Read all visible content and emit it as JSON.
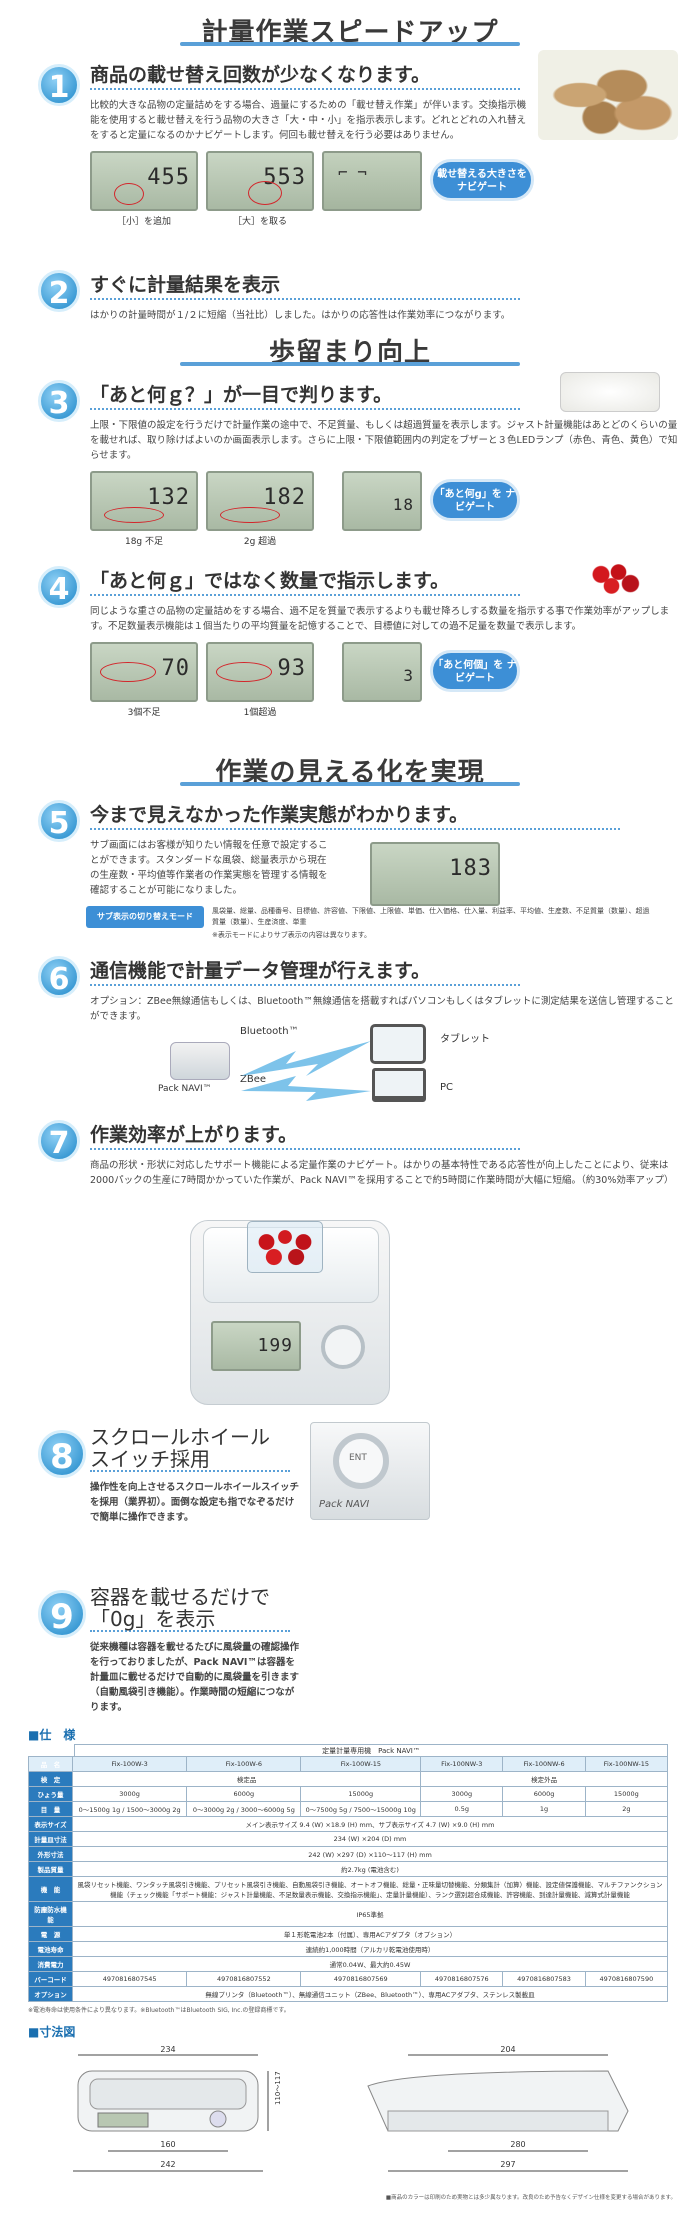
{
  "sections": {
    "speed": "計量作業スピードアップ",
    "walk": "歩留まり向上",
    "visual": "作業の見える化を実現"
  },
  "features": [
    {
      "num": "1",
      "head": "商品の載せ替え回数が少なくなります。",
      "body": "比較的大きな品物の定量詰めをする場合、過量にするための「載せ替え作業」が伴います。交換指示機能を使用すると載せ替えを行う品物の大きさ「大・中・小」を指示表示します。どれとどれの入れ替えをすると定量になるのかナビゲートします。何回も載せ替えを行う必要はありません。",
      "lcd1": "455",
      "lcd2": "553",
      "cap1": "［小］を追加",
      "cap2": "［大］を取る",
      "navi": "載せ替える大きさを ナビゲート"
    },
    {
      "num": "2",
      "head": "すぐに計量結果を表示",
      "body": "はかりの計量時間が１/２に短縮（当社比）しました。はかりの応答性は作業効率につながります。"
    },
    {
      "num": "3",
      "head": "「あと何ｇ？」が一目で判ります。",
      "body": "上限・下限値の設定を行うだけで計量作業の途中で、不足質量、もしくは超過質量を表示します。ジャスト計量機能はあとどのくらいの量を載せれば、取り除けばよいのか画面表示します。さらに上限・下限値範囲内の判定をブザーと３色LEDランプ（赤色、青色、黄色）で知らせます。",
      "lcd1": "132",
      "lcd2": "182",
      "lcd3": "18",
      "cap1": "18g 不足",
      "cap2": "2g 超過",
      "navi": "「あと何g」を ナビゲート"
    },
    {
      "num": "4",
      "head": "「あと何ｇ」ではなく数量で指示します。",
      "body": "同じような重さの品物の定量詰めをする場合、過不足を質量で表示するよりも載せ降ろしする数量を指示する事で作業効率がアップします。不足数量表示機能は１個当たりの平均質量を記憶することで、目標値に対しての過不足量を数量で表示します。",
      "lcd1": "70",
      "lcd2": "93",
      "lcd3": "3",
      "cap1": "3個不足",
      "cap2": "1個超過",
      "navi": "「あと何個」を ナビゲート"
    },
    {
      "num": "5",
      "head": "今まで見えなかった作業実態がわかります。",
      "body": "サブ画面にはお客様が知りたい情報を任意で設定することができます。スタンダードな風袋、総量表示から現在の生産数・平均値等作業者の作業実態を管理する情報を確認することが可能になりました。",
      "tag": "サブ表示の切り替えモード",
      "list": "風袋量、総量、品種番号、目標値、許容値、下限値、上限値、単価、仕入価格、仕入量、利益率、平均値、生産数、不足質量（数量）、超過質量（数量）、生産済度、単重",
      "note": "※表示モードによりサブ表示の内容は異なります。",
      "lcd1": "183"
    },
    {
      "num": "6",
      "head": "通信機能で計量データ管理が行えます。",
      "body": "オプション：ZBee無線通信もしくは、Bluetooth™無線通信を搭載すればパソコンもしくはタブレットに測定結果を送信し管理することができます。",
      "bt": "Bluetooth™",
      "tablet": "タブレット",
      "zbee": "ZBee",
      "pack": "Pack NAVI™",
      "pc": "PC"
    },
    {
      "num": "7",
      "head": "作業効率が上がります。",
      "body": "商品の形状・形状に対応したサポート機能による定量作業のナビゲート。はかりの基本特性である応答性が向上したことにより、従来は2000パックの生産に7時間かかっていた作業が、Pack NAVI™を採用することで約5時間に作業時間が大幅に短縮。（約30%効率アップ）",
      "lcd1": "199"
    },
    {
      "num": "8",
      "head": "スクロールホイール スイッチ採用",
      "body": "操作性を向上させるスクロールホイールスイッチを採用（業界初）。面倒な設定も指でなぞるだけで簡単に操作できます。",
      "ent": "ENT",
      "brand": "Pack NAVI"
    },
    {
      "num": "9",
      "head": "容器を載せるだけで 「0g」を表示",
      "body": "従来機種は容器を載せるたびに風袋量の確認操作を行っておりましたが、Pack NAVI™は容器を計量皿に載せるだけで自動的に風袋量を引きます（自動風袋引き機能）。作業時間の短縮につながります。"
    }
  ],
  "spec": {
    "title": "■仕　様",
    "product": "定量計量専用機　Pack NAVI™",
    "rows": [
      [
        "品　名",
        "Fix-100W-3",
        "Fix-100W-6",
        "Fix-100W-15",
        "Fix-100NW-3",
        "Fix-100NW-6",
        "Fix-100NW-15"
      ],
      [
        "検　定",
        "検定品",
        "",
        "",
        "検定外品",
        "",
        ""
      ],
      [
        "ひょう量",
        "3000g",
        "6000g",
        "15000g",
        "3000g",
        "6000g",
        "15000g"
      ],
      [
        "目　量",
        "0〜1500g 1g / 1500〜3000g 2g",
        "0〜3000g 2g / 3000〜6000g 5g",
        "0〜7500g 5g / 7500〜15000g 10g",
        "0.5g",
        "1g",
        "2g"
      ],
      [
        "表示サイズ",
        "メイン表示サイズ 9.4 (W) ×18.9 (H) mm、サブ表示サイズ 4.7 (W) ×9.0 (H) mm",
        "",
        "",
        "",
        "",
        ""
      ],
      [
        "計量皿寸法",
        "234 (W) ×204 (D) mm",
        "",
        "",
        "",
        "",
        ""
      ],
      [
        "外形寸法",
        "242 (W) ×297 (D) ×110〜117 (H) mm",
        "",
        "",
        "",
        "",
        ""
      ],
      [
        "製品質量",
        "約2.7kg (電池含む)",
        "",
        "",
        "",
        "",
        ""
      ],
      [
        "機　能",
        "風袋リセット機能、ワンタッチ風袋引き機能、プリセット風袋引き機能、自動風袋引き機能、オートオフ機能、総量・正味量切替機能、分類集計（加算）機能、設定値保護機能、マルチファンクション機能（チェック機能「サポート機能：ジャスト計量機能、不足数量表示機能、交換指示機能」、定量計量機能）、ランク選別超合成機能、許容機能、到達計量機能、減算式計量機能",
        "",
        "",
        "",
        "",
        ""
      ],
      [
        "防塵防水機能",
        "IP65準拠",
        "",
        "",
        "",
        "",
        ""
      ],
      [
        "電　源",
        "単１形乾電池2本（付属）、専用ACアダプタ（オプション）",
        "",
        "",
        "",
        "",
        ""
      ],
      [
        "電池寿命",
        "連続約1,000時間（アルカリ乾電池使用時）",
        "",
        "",
        "",
        "",
        ""
      ],
      [
        "消費電力",
        "通常0.04W、最大約0.45W",
        "",
        "",
        "",
        "",
        ""
      ],
      [
        "バーコード",
        "4970816807545",
        "4970816807552",
        "4970816807569",
        "4970816807576",
        "4970816807583",
        "4970816807590"
      ],
      [
        "オプション",
        "無線プリンタ（Bluetooth™）、無線通信ユニット（ZBee、Bluetooth™）、専用ACアダプタ、ステンレス製載皿",
        "",
        "",
        "",
        "",
        ""
      ]
    ],
    "footnote": "※電池寿命は使用条件により異なります。※Bluetooth™はBluetooth SIG, Inc.の登録商標です。"
  },
  "dims": {
    "title": "■寸法図",
    "d1": "234",
    "d2": "204",
    "d3": "110〜117",
    "d4": "160",
    "d5": "242",
    "d6": "297",
    "d7": "280",
    "footer": "■商品のカラーは印刷のため実物とは多少異なります。改良のため予告なくデザイン仕様を変更する場合があります。"
  }
}
